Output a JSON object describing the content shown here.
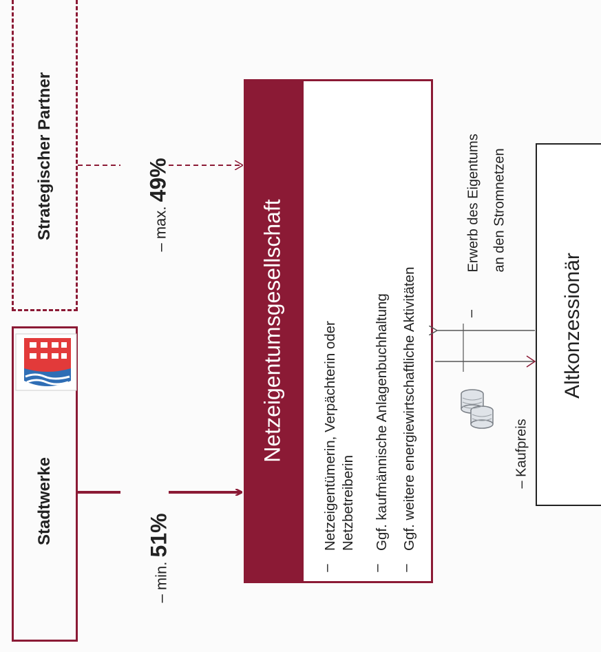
{
  "partner": {
    "name": "Strategischer Partner",
    "share_prefix": "–  max.",
    "share_value": "49%"
  },
  "stadtwerke": {
    "name": "Stadtwerke",
    "share_prefix": "–  min.",
    "share_value": "51%"
  },
  "gesellschaft": {
    "title": "Netzeigentumsgesellschaft",
    "bullets": [
      {
        "dash": "–",
        "line1": "Netzeigentümerin, Verpächterin oder",
        "line2": "Netzbetreiberin"
      },
      {
        "dash": "–",
        "line1": "Ggf. kaufmännische Anlagenbuchhaltung"
      },
      {
        "dash": "–",
        "line1": "Ggf. weitere energiewirtschaftliche Aktivitäten"
      }
    ]
  },
  "transaction": {
    "erwerb_dash": "–",
    "erwerb_line1": "Erwerb des Eigentums",
    "erwerb_line2": "an den Stromnetzen",
    "kaufpreis": "–  Kaufpreis"
  },
  "altkonzessionaer": {
    "name": "Altkonzessionär"
  },
  "colors": {
    "accent": "#8b1a35",
    "text": "#222222",
    "background": "#fbfbfb"
  }
}
